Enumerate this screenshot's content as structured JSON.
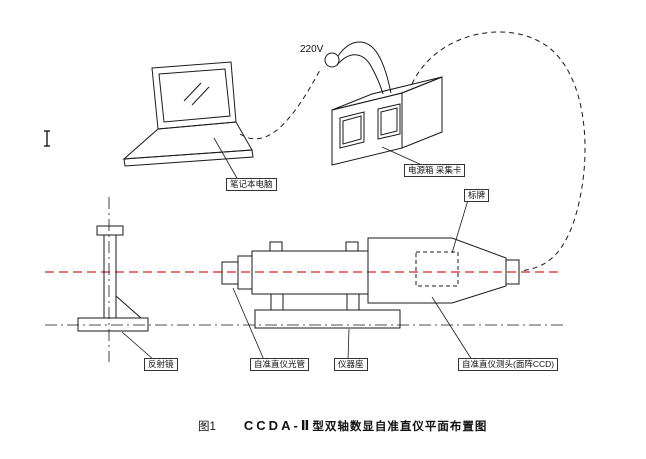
{
  "diagram": {
    "voltage": "220V",
    "cursor_mark": "I",
    "labels": {
      "laptop": "笔记本电脑",
      "power_box": "电源箱 采集卡",
      "nameplate": "标牌",
      "reflector": "反射镜",
      "tube": "自准直仪光管",
      "base": "仪器座",
      "head": "自准直仪测头(面阵CCD)"
    },
    "caption": {
      "figure": "图1",
      "code": "CCDA-Ⅱ",
      "title": "型双轴数显自准直仪平面布置图"
    },
    "colors": {
      "line": "#1a1a1a",
      "axis": "#dd2222",
      "background": "#ffffff"
    }
  }
}
